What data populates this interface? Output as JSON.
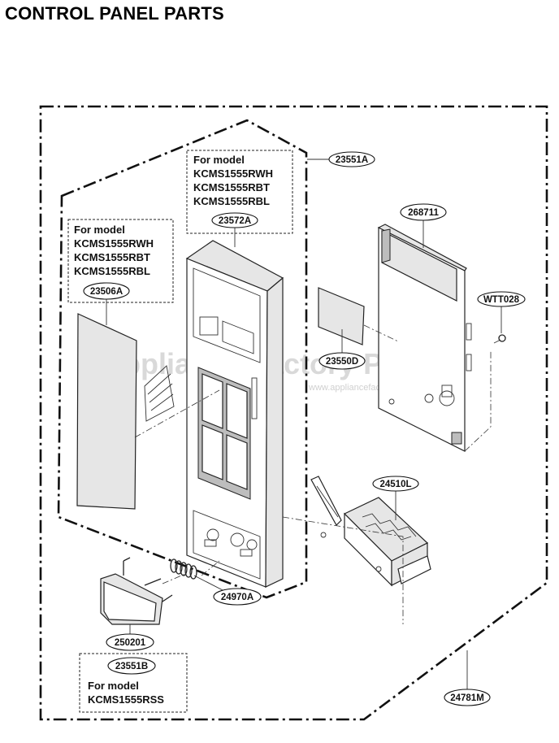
{
  "title": "CONTROL PANEL PARTS",
  "watermark": {
    "brand": "Appliance Factory Parts",
    "url": "www.appliancefactoryparts.com"
  },
  "parts": [
    {
      "id": "p-23551A",
      "label": "23551A"
    },
    {
      "id": "p-23572A",
      "label": "23572A"
    },
    {
      "id": "p-268711",
      "label": "268711"
    },
    {
      "id": "p-WTT028",
      "label": "WTT028"
    },
    {
      "id": "p-23506A",
      "label": "23506A"
    },
    {
      "id": "p-23550D",
      "label": "23550D"
    },
    {
      "id": "p-24510L",
      "label": "24510L"
    },
    {
      "id": "p-24970A",
      "label": "24970A"
    },
    {
      "id": "p-250201",
      "label": "250201"
    },
    {
      "id": "p-23551B",
      "label": "23551B"
    },
    {
      "id": "p-24781M",
      "label": "24781M"
    }
  ],
  "notes": {
    "top": {
      "heading": "For model",
      "models": [
        "KCMS1555RWH",
        "KCMS1555RBT",
        "KCMS1555RBL"
      ]
    },
    "left": {
      "heading": "For model",
      "models": [
        "KCMS1555RWH",
        "KCMS1555RBT",
        "KCMS1555RBL"
      ]
    },
    "bottom": {
      "heading": "For model",
      "models": [
        "KCMS1555RSS"
      ]
    }
  }
}
